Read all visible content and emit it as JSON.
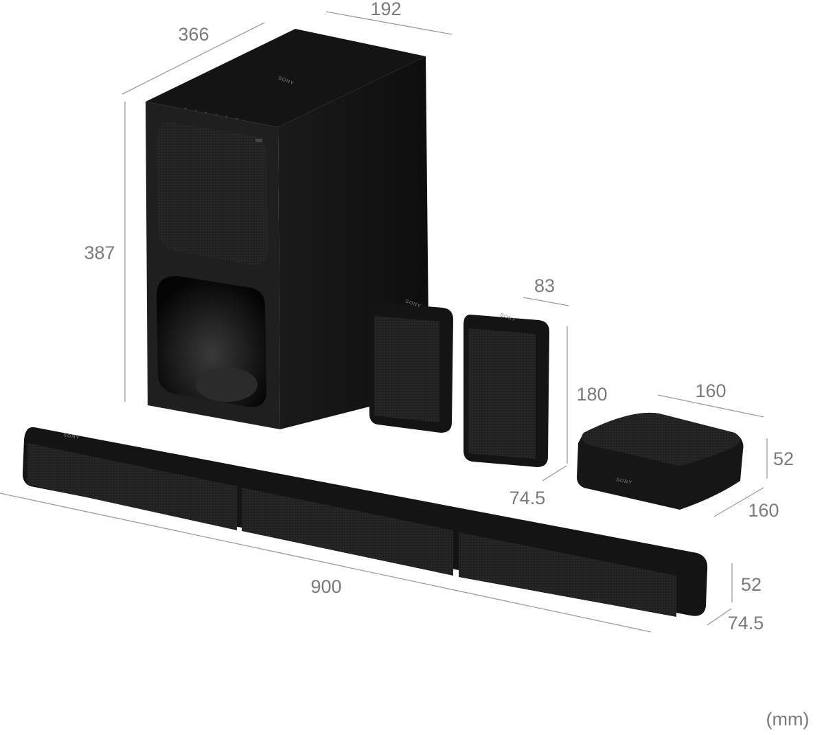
{
  "unit_label": "(mm)",
  "brand_logo": "SONY",
  "products": {
    "subwoofer": {
      "depth": "366",
      "width": "192",
      "height": "387"
    },
    "rear_speaker": {
      "width": "83",
      "height": "180",
      "depth": "74.5"
    },
    "wireless_receiver": {
      "width": "160",
      "height": "52",
      "depth": "160"
    },
    "soundbar": {
      "width": "900",
      "height": "52",
      "depth": "74.5"
    }
  },
  "colors": {
    "product": "#1c1c1c",
    "dimension_text": "#7a7a7a",
    "background": "#ffffff"
  }
}
